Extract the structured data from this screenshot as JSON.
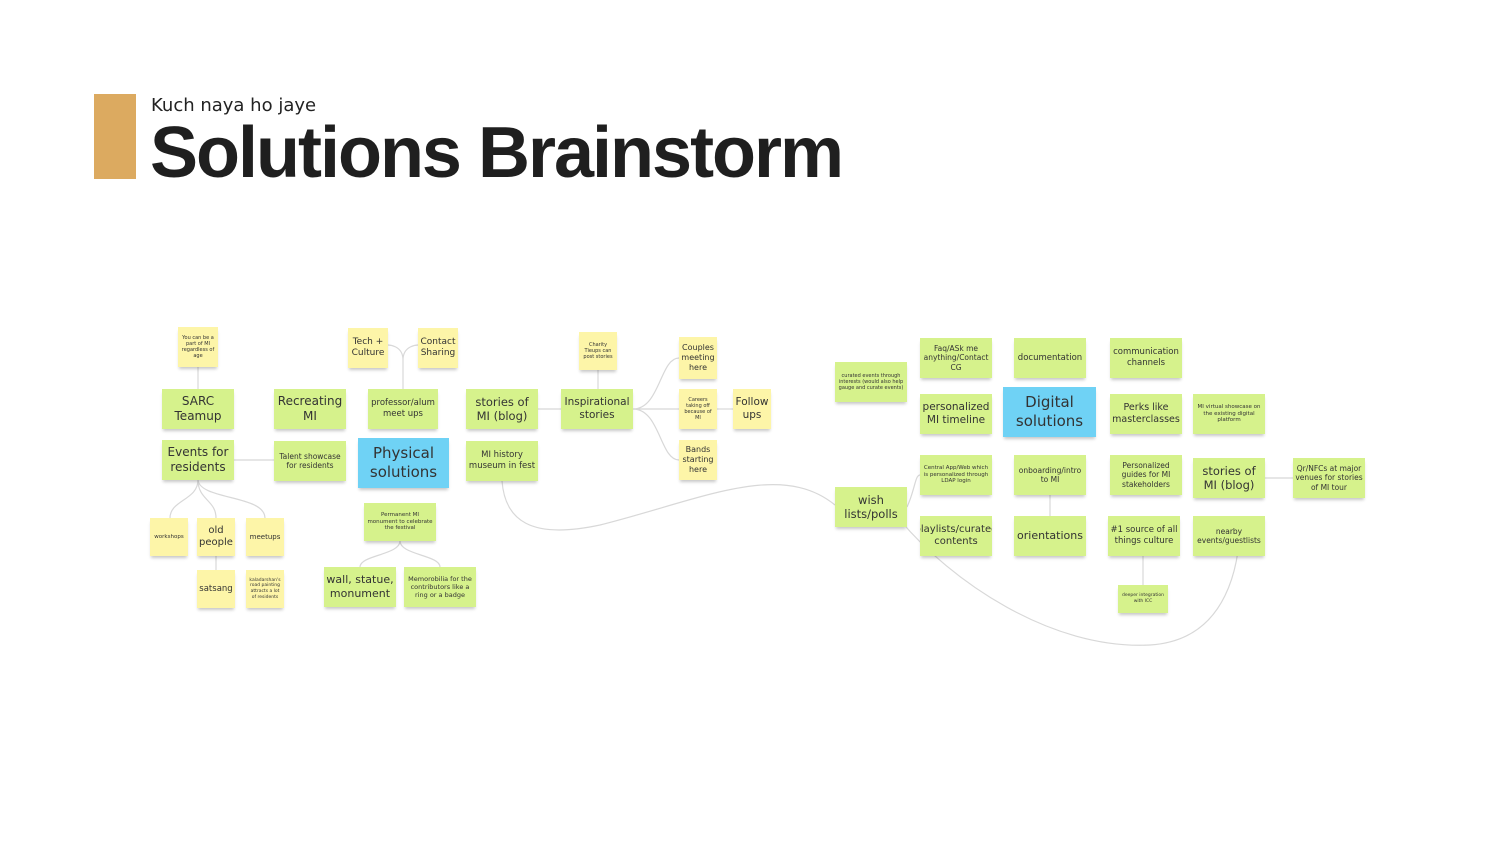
{
  "header": {
    "subtitle": "Kuch naya ho jaye",
    "title": "Solutions Brainstorm",
    "accent_color": "#dcaa60"
  },
  "notes": [
    "You can be a part of MI regardless of age",
    "SARC Teamup",
    "Events for residents",
    "Recreating MI",
    "Talent showcase for residents",
    "Tech + Culture",
    "Contact Sharing",
    "professor/alum meet ups",
    "Physical solutions",
    "Permanent MI monument to celebrate the festival",
    "wall, statue, monument",
    "Memorobilia for the contributors like a ring or a badge",
    "workshops",
    "old people",
    "meetups",
    "satsang",
    "kaladarshan's road painting attracts a lot of residents",
    "stories of MI (blog)",
    "MI history museum in fest",
    "Charity Tieups can post stories",
    "Inspirational stories",
    "Couples meeting here",
    "Careers taking off because of MI",
    "Follow ups",
    "Bands starting here",
    "curated events through interests (would also help gauge and curate events)",
    "wish lists/polls",
    "Faq/ASk me anything/Contact CG",
    "documentation",
    "communication channels",
    "personalized MI timeline",
    "Digital solutions",
    "Perks like masterclasses",
    "MI virtual showcase on the existing digital platform",
    "Central App/Web which is personalized through LDAP login",
    "onboarding/intro to MI",
    "Personalized guides for MI stakeholders",
    "stories of MI (blog)",
    "Qr/NFCs at major venues for stories of MI tour",
    "playlists/curated contents",
    "orientations",
    "#1 source of all things culture",
    "nearby events/guestlists",
    "deeper integration with ICC"
  ],
  "colors": {
    "green": "#d6f28c",
    "yellow": "#fdf5a8",
    "blue": "#6fd2f5"
  }
}
